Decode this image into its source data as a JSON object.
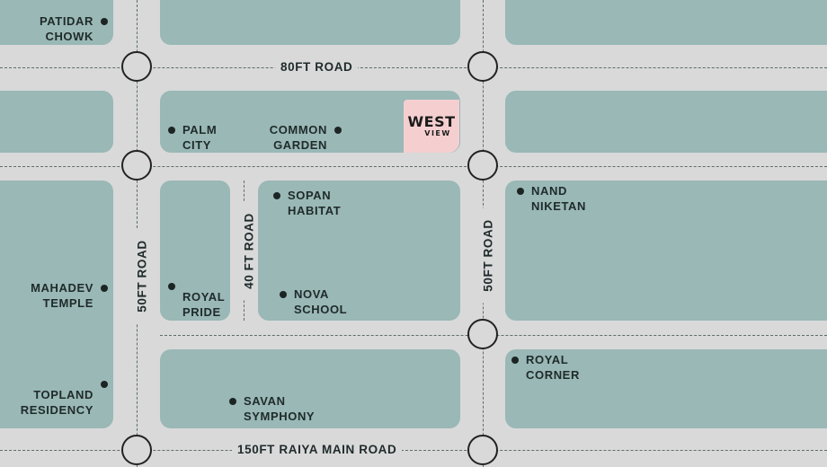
{
  "roads": {
    "top": "80FT ROAD",
    "bottom": "150FT RAIYA MAIN ROAD",
    "left_vertical": "50FT ROAD",
    "inner_vertical": "40 FT ROAD",
    "right_vertical": "50FT ROAD"
  },
  "logo": {
    "line1": "WEST",
    "line2": "VIEW"
  },
  "places": {
    "patidar_chowk": [
      "PATIDAR",
      "CHOWK"
    ],
    "palm_city": [
      "PALM",
      "CITY"
    ],
    "common_garden": [
      "COMMON",
      "GARDEN"
    ],
    "sopan_habitat": [
      "SOPAN",
      "HABITAT"
    ],
    "nand_niketan": [
      "NAND",
      "NIKETAN"
    ],
    "mahadev_temple": [
      "MAHADEV",
      "TEMPLE"
    ],
    "royal_pride": [
      "ROYAL",
      "PRIDE"
    ],
    "nova_school": [
      "NOVA",
      "SCHOOL"
    ],
    "royal_corner": [
      "ROYAL",
      "CORNER"
    ],
    "topland_residency": [
      "TOPLAND",
      "RESIDENCY"
    ],
    "savan_symphony": [
      "SAVAN",
      "SYMPHONY"
    ]
  },
  "colors": {
    "road": "#d9d9d9",
    "block": "#99b8b6",
    "logo_bg": "#f5cfd0",
    "text": "#1f2a2a"
  }
}
